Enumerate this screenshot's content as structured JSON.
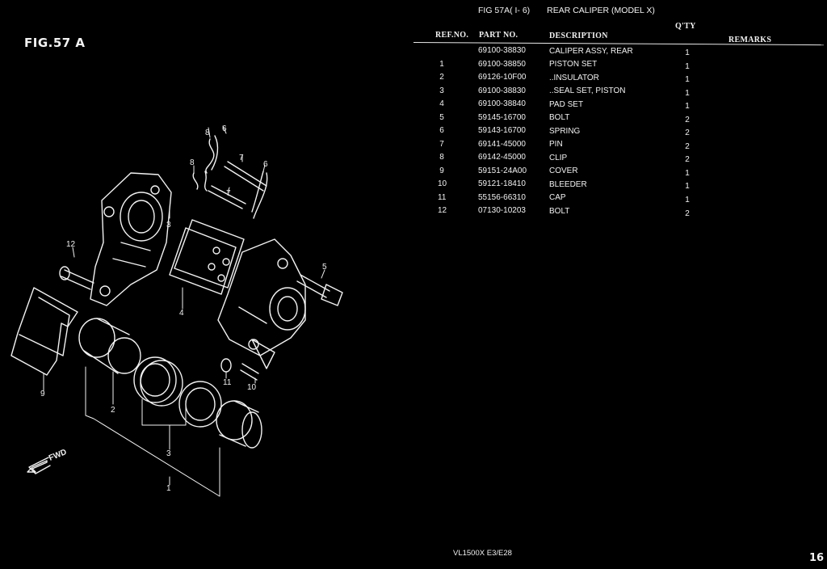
{
  "figure_label": "FIG.57 A",
  "header": {
    "fig_ref": "FIG 57A( I- 6)",
    "title": "REAR CALIPER (MODEL X)"
  },
  "columns": {
    "ref_no": "REF.NO.",
    "part_no": "PART NO.",
    "description": "DESCRIPTION",
    "qty": "Q'TY",
    "remarks": "REMARKS"
  },
  "parts": [
    {
      "ref": "",
      "part_no": "69100-38830",
      "description": "CALIPER ASSY, REAR",
      "qty": "1"
    },
    {
      "ref": "1",
      "part_no": "69100-38850",
      "description": "PISTON SET",
      "qty": "1"
    },
    {
      "ref": "2",
      "part_no": "69126-10F00",
      "description": "..INSULATOR",
      "qty": "1"
    },
    {
      "ref": "3",
      "part_no": "69100-38830",
      "description": "..SEAL SET, PISTON",
      "qty": "1"
    },
    {
      "ref": "4",
      "part_no": "69100-38840",
      "description": "PAD SET",
      "qty": "1"
    },
    {
      "ref": "5",
      "part_no": "59145-16700",
      "description": "BOLT",
      "qty": "2"
    },
    {
      "ref": "6",
      "part_no": "59143-16700",
      "description": "SPRING",
      "qty": "2"
    },
    {
      "ref": "7",
      "part_no": "69141-45000",
      "description": "PIN",
      "qty": "2"
    },
    {
      "ref": "8",
      "part_no": "69142-45000",
      "description": "CLIP",
      "qty": "2"
    },
    {
      "ref": "9",
      "part_no": "59151-24A00",
      "description": "COVER",
      "qty": "1"
    },
    {
      "ref": "10",
      "part_no": "59121-18410",
      "description": "BLEEDER",
      "qty": "1"
    },
    {
      "ref": "11",
      "part_no": "55156-66310",
      "description": "CAP",
      "qty": "1"
    },
    {
      "ref": "12",
      "part_no": "07130-10203",
      "description": "BOLT",
      "qty": "2"
    }
  ],
  "diagram": {
    "callouts": [
      "8",
      "6",
      "8",
      "7",
      "6",
      "7",
      "3",
      "12",
      "4",
      "5",
      "9",
      "2",
      "11",
      "10",
      "3",
      "1"
    ],
    "fwd_label": "FWD"
  },
  "footer": {
    "model": "VL1500X E3/E28",
    "page_number": "16"
  },
  "colors": {
    "background": "#000000",
    "ink": "#f2f2f2"
  }
}
